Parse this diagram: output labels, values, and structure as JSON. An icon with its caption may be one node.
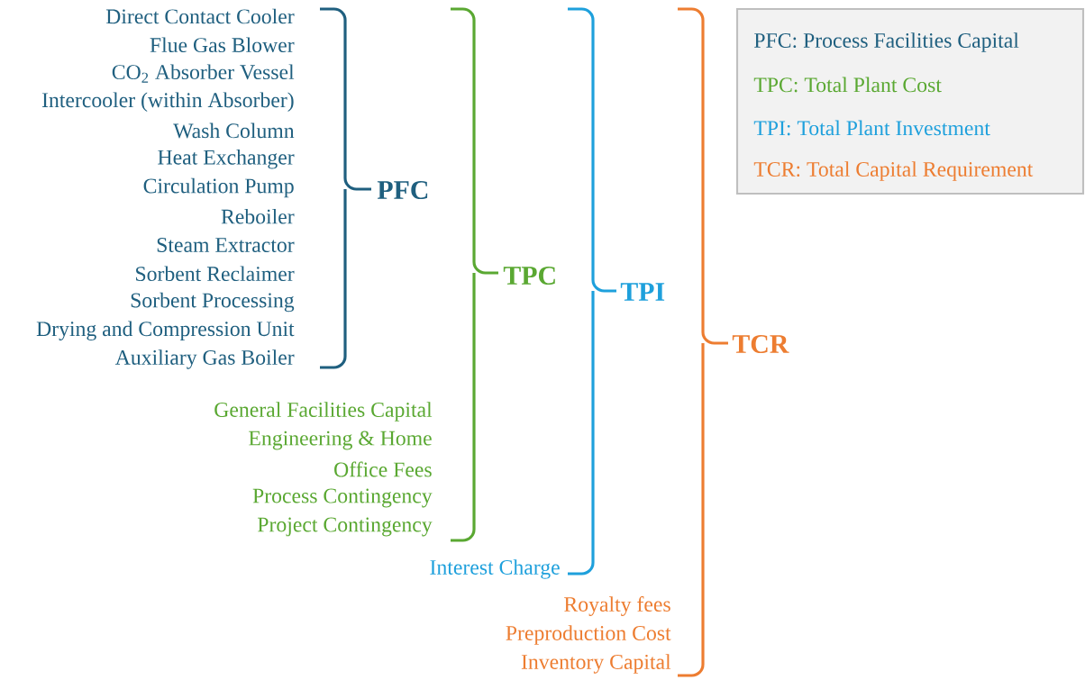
{
  "diagram": {
    "labels": [
      "Direct Contact Cooler",
      "Flue Gas Blower",
      "CO$_{2}$ Absorber Vessel",
      "Intercooler (within Absorber)",
      "Wash Column",
      "Heat Exchanger",
      "Circulation Pump",
      "Reboiler",
      "Steam Extractor",
      "Sorbent Reclaimer",
      "Sorbent Processing",
      "Drying and Compression Unit",
      "Auxiliary Gas Boiler",
      "PFC",
      "General Facilities Capital",
      "Engineering & Home",
      "Office Fees",
      "Process Contingency",
      "Project Contingency",
      "TPC",
      "Interest Charge",
      "TPI",
      "Royalty fees",
      "Preproduction Cost",
      "Inventory Capital",
      "TCR"
    ],
    "legend": [
      {
        "text": "PFC: Process Facilities Capital",
        "color": "#1f5f7f"
      },
      {
        "text": "TPC: Total Plant Cost",
        "color": "#5aa832"
      },
      {
        "text": "TPI: Total Plant Investment",
        "color": "#1ea0dc"
      },
      {
        "text": "TCR: Total Capital Requirement",
        "color": "#ed7d31"
      }
    ]
  }
}
